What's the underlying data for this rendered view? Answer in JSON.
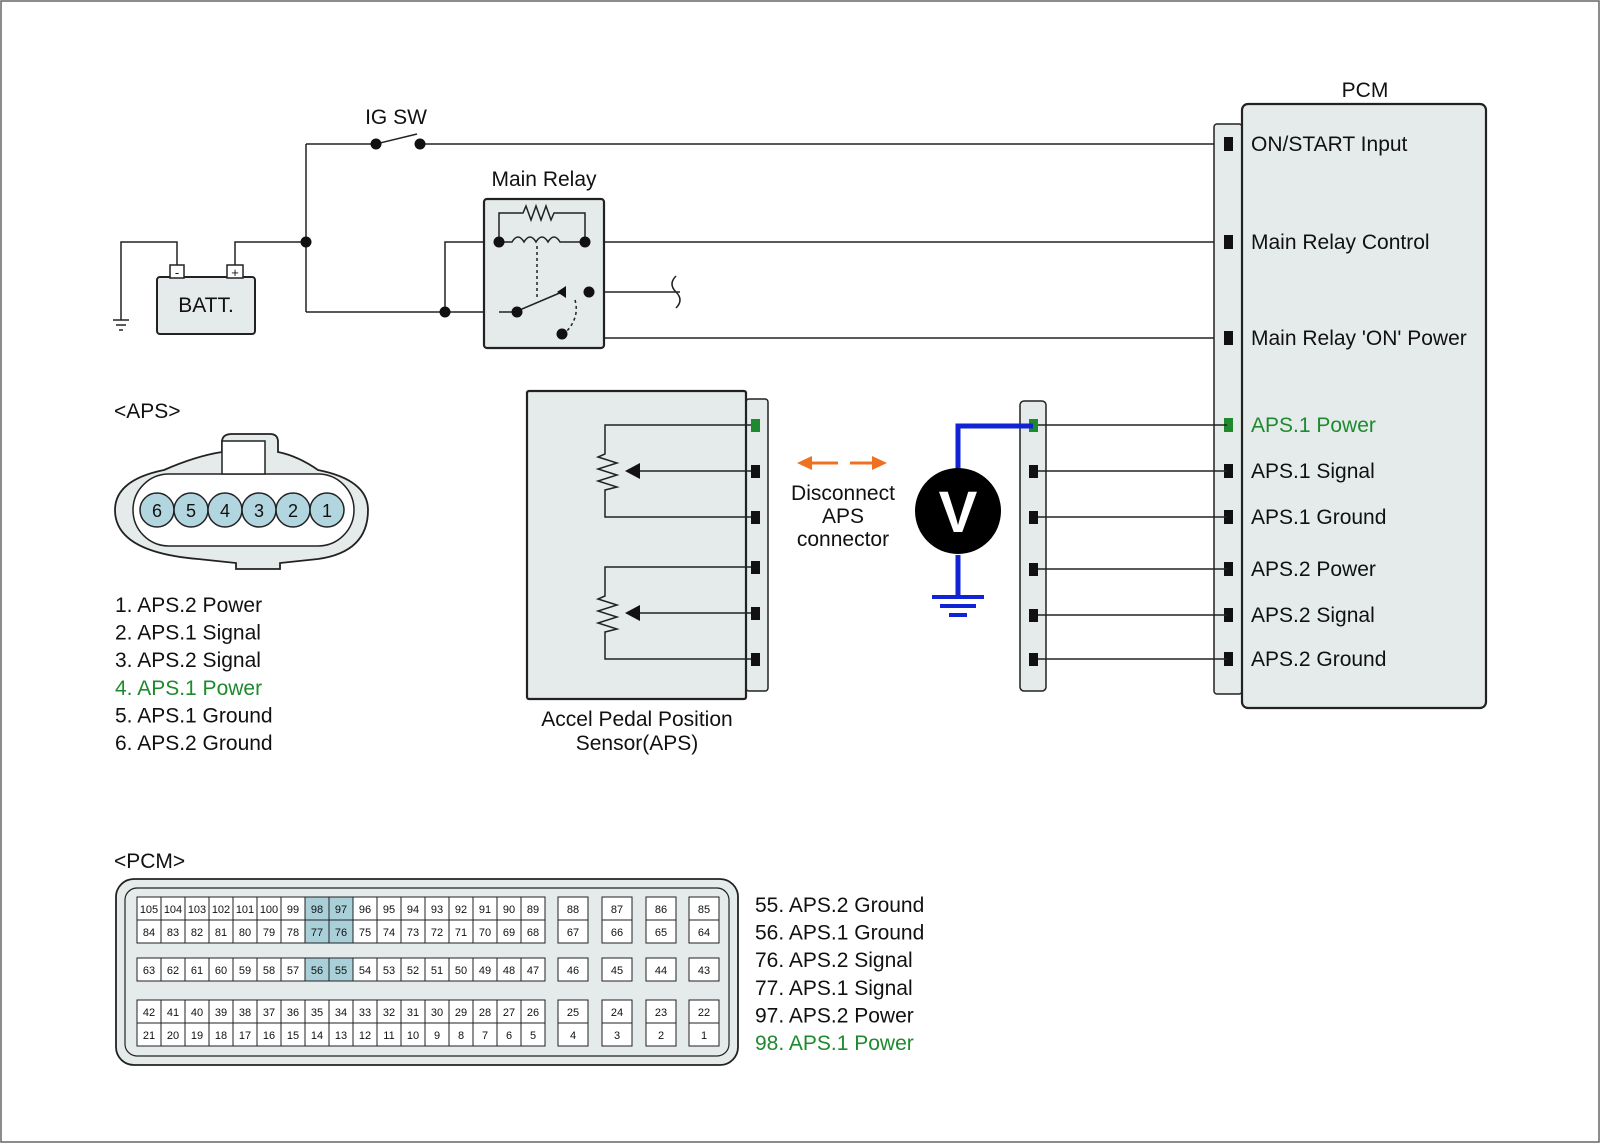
{
  "colors": {
    "highlight_text": "#1e8a2e",
    "highlight_pin": "#1e8a2e",
    "meter_wire": "#1024d6",
    "arrows": "#f07020",
    "box_fill": "#e4ebea",
    "pin_highlight_fill": "#a9d0d9",
    "connector_pin_fill": "#b2d6df"
  },
  "labels": {
    "ig_sw": "IG SW",
    "main_relay": "Main Relay",
    "batt": "BATT.",
    "batt_minus": "-",
    "batt_plus": "+",
    "aps_connector_title": "<APS>",
    "pcm_connector_title": "<PCM>",
    "aps_sensor_line1": "Accel Pedal Position",
    "aps_sensor_line2": "Sensor(APS)",
    "disconnect_line1": "Disconnect",
    "disconnect_line2": "APS",
    "disconnect_line3": "connector",
    "meter": "V"
  },
  "pcm": {
    "title": "PCM",
    "terminals": [
      {
        "label": "ON/START Input",
        "highlight": false
      },
      {
        "label": "Main Relay Control",
        "highlight": false
      },
      {
        "label": "Main Relay 'ON' Power",
        "highlight": false
      },
      {
        "label": "APS.1 Power",
        "highlight": true
      },
      {
        "label": "APS.1 Signal",
        "highlight": false
      },
      {
        "label": "APS.1 Ground",
        "highlight": false
      },
      {
        "label": "APS.2 Power",
        "highlight": false
      },
      {
        "label": "APS.2 Signal",
        "highlight": false
      },
      {
        "label": "APS.2 Ground",
        "highlight": false
      }
    ]
  },
  "aps_connector": {
    "pins_shown": [
      "6",
      "5",
      "4",
      "3",
      "2",
      "1"
    ],
    "pin_legend": [
      {
        "text": "1. APS.2 Power",
        "highlight": false
      },
      {
        "text": "2. APS.1 Signal",
        "highlight": false
      },
      {
        "text": "3. APS.2 Signal",
        "highlight": false
      },
      {
        "text": "4. APS.1 Power",
        "highlight": true
      },
      {
        "text": "5. APS.1 Ground",
        "highlight": false
      },
      {
        "text": "6. APS.2 Ground",
        "highlight": false
      }
    ]
  },
  "pcm_connector": {
    "left_rows": [
      [
        "105",
        "104",
        "103",
        "102",
        "101",
        "100",
        "99",
        "98",
        "97",
        "96",
        "95",
        "94",
        "93",
        "92",
        "91",
        "90",
        "89"
      ],
      [
        "84",
        "83",
        "82",
        "81",
        "80",
        "79",
        "78",
        "77",
        "76",
        "75",
        "74",
        "73",
        "72",
        "71",
        "70",
        "69",
        "68"
      ],
      [
        "63",
        "62",
        "61",
        "60",
        "59",
        "58",
        "57",
        "56",
        "55",
        "54",
        "53",
        "52",
        "51",
        "50",
        "49",
        "48",
        "47"
      ],
      [
        "42",
        "41",
        "40",
        "39",
        "38",
        "37",
        "36",
        "35",
        "34",
        "33",
        "32",
        "31",
        "30",
        "29",
        "28",
        "27",
        "26"
      ],
      [
        "21",
        "20",
        "19",
        "18",
        "17",
        "16",
        "15",
        "14",
        "13",
        "12",
        "11",
        "10",
        "9",
        "8",
        "7",
        "6",
        "5"
      ]
    ],
    "right_rows": [
      [
        "88",
        "87",
        "86",
        "85"
      ],
      [
        "67",
        "66",
        "65",
        "64"
      ],
      [
        "46",
        "45",
        "44",
        "43"
      ],
      [
        "25",
        "24",
        "23",
        "22"
      ],
      [
        "4",
        "3",
        "2",
        "1"
      ]
    ],
    "highlighted_pins": [
      "98",
      "97",
      "77",
      "76",
      "56",
      "55"
    ],
    "pin_legend": [
      {
        "text": "55. APS.2 Ground",
        "highlight": false
      },
      {
        "text": "56. APS.1 Ground",
        "highlight": false
      },
      {
        "text": "76. APS.2 Signal",
        "highlight": false
      },
      {
        "text": "77. APS.1 Signal",
        "highlight": false
      },
      {
        "text": "97. APS.2 Power",
        "highlight": false
      },
      {
        "text": "98. APS.1 Power",
        "highlight": true
      }
    ]
  }
}
